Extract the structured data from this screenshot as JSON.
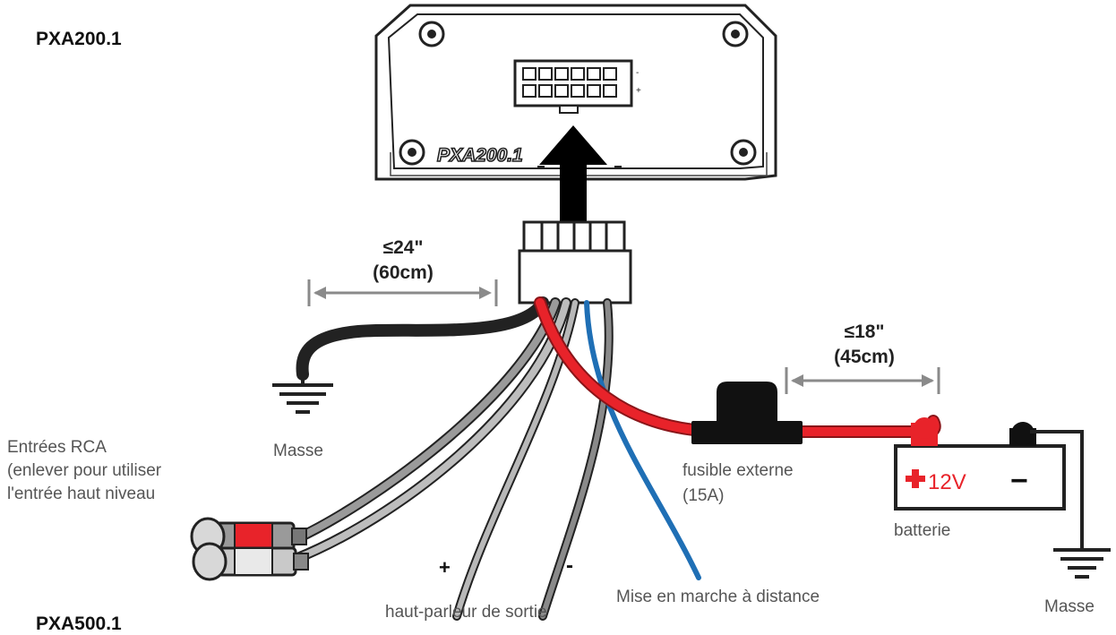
{
  "diagram": {
    "title": "PXA200.1",
    "unit_label": "PXA200.1",
    "bottom_cut_label": "PXA500.1",
    "ground_label_left": "Masse",
    "ground_label_right": "Masse",
    "rca": {
      "line1": "Entrées RCA",
      "line2": "(enlever pour utiliser",
      "line3": "l'entrée haut niveau"
    },
    "dim_ground": {
      "value": "≤24\"",
      "metric": "(60cm)"
    },
    "dim_power": {
      "value": "≤18\"",
      "metric": "(45cm)"
    },
    "fuse": {
      "line1": "fusible externe",
      "line2": "(15A)"
    },
    "battery": {
      "label": "batterie",
      "positive": "12V",
      "negative": "−"
    },
    "speaker": {
      "plus": "+",
      "minus": "-",
      "label": "haut-parleur de sortie"
    },
    "remote_label": "Mise en marche à distance",
    "colors": {
      "power": "#e8232a",
      "remote": "#1f6fb5",
      "ground": "#222222",
      "signal": "#9a9a9a",
      "arrow": "#000000"
    }
  }
}
